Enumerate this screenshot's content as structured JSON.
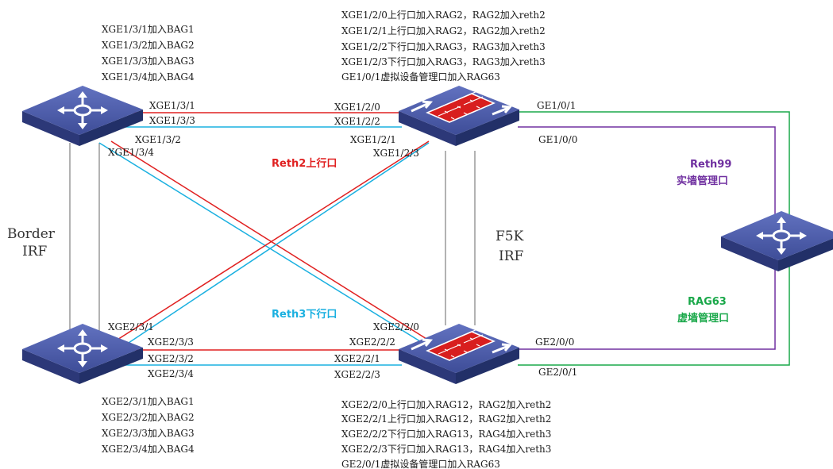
{
  "notes": {
    "border_top": [
      "XGE1/3/1加入BAG1",
      "XGE1/3/2加入BAG2",
      "XGE1/3/3加入BAG3",
      "XGE1/3/4加入BAG4"
    ],
    "border_bottom": [
      "XGE2/3/1加入BAG1",
      "XGE2/3/2加入BAG2",
      "XGE2/3/3加入BAG3",
      "XGE2/3/4加入BAG4"
    ],
    "fw_top": [
      "XGE1/2/0上行口加入RAG2，RAG2加入reth2",
      "XGE1/2/1上行口加入RAG2，RAG2加入reth2",
      "XGE1/2/2下行口加入RAG3，RAG3加入reth3",
      "XGE1/2/3下行口加入RAG3，RAG3加入reth3",
      "GE1/0/1虚拟设备管理口加入RAG63"
    ],
    "fw_bottom": [
      "XGE2/2/0上行口加入RAG12，RAG2加入reth2",
      "XGE2/2/1上行口加入RAG12，RAG2加入reth2",
      "XGE2/2/2下行口加入RAG13，RAG4加入reth3",
      "XGE2/2/3下行口加入RAG13，RAG4加入reth3",
      "GE2/0/1虚拟设备管理口加入RAG63"
    ]
  },
  "group_labels": {
    "border_line1": "Border",
    "border_line2": "IRF",
    "f5k_line1": "F5K",
    "f5k_line2": "IRF"
  },
  "link_labels": {
    "reth2": "Reth2上行口",
    "reth3": "Reth3下行口",
    "reth99_line1": "Reth99",
    "reth99_line2": "实墙管理口",
    "rag63_line1": "RAG63",
    "rag63_line2": "虚墙管理口"
  },
  "ports": {
    "b1_xge131": "XGE1/3/1",
    "b1_xge133": "XGE1/3/3",
    "b1_xge132": "XGE1/3/2",
    "b1_xge134": "XGE1/3/4",
    "f1_xge120": "XGE1/2/0",
    "f1_xge122": "XGE1/2/2",
    "f1_xge121": "XGE1/2/1",
    "f1_xge123": "XGE1/2/3",
    "f1_ge101": "GE1/0/1",
    "f1_ge100": "GE1/0/0",
    "b2_xge231": "XGE2/3/1",
    "b2_xge233": "XGE2/3/3",
    "b2_xge232": "XGE2/3/2",
    "b2_xge234": "XGE2/3/4",
    "f2_xge220": "XGE2/2/0",
    "f2_xge222": "XGE2/2/2",
    "f2_xge221": "XGE2/2/1",
    "f2_xge223": "XGE2/2/3",
    "f2_ge200": "GE2/0/0",
    "f2_ge201": "GE2/0/1"
  },
  "colors": {
    "red_link": "#e02020",
    "blue_link": "#1ab0e0",
    "purple_link": "#7030a0",
    "green_link": "#1aa84a",
    "irf_link": "#808080",
    "device_top": "#4a5aa8",
    "device_side": "#2c3878",
    "fw_panel": "#d81e1e"
  },
  "icons": {
    "switch": "switch-icon",
    "firewall": "firewall-icon"
  }
}
